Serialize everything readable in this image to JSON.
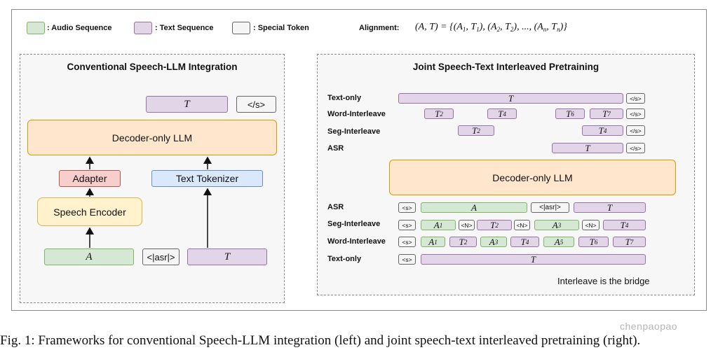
{
  "legend": {
    "audio": ": Audio Sequence",
    "text": ": Text Sequence",
    "special": ": Special Token",
    "alignment_label": "Alignment:",
    "alignment_formula": "(A, T) = {(A1, T1), (A2, T2), ..., (An, Tn)}"
  },
  "left": {
    "title": "Conventional Speech-LLM Integration",
    "t_top": "T",
    "eos": "</s>",
    "llm": "Decoder-only LLM",
    "adapter": "Adapter",
    "tokenizer": "Text Tokenizer",
    "encoder": "Speech Encoder",
    "a_in": "A",
    "asr_tok": "<|asr|>",
    "t_in": "T"
  },
  "right": {
    "title": "Joint Speech-Text Interleaved Pretraining",
    "top_labels": [
      "Text-only",
      "Word-Interleave",
      "Seg-Interleave",
      "ASR"
    ],
    "eos": "</s>",
    "bos": "<s>",
    "nsep": "<N>",
    "asr_tok": "<|asr|>",
    "llm": "Decoder-only LLM",
    "bottom_labels": [
      "ASR",
      "Seg-Interleave",
      "Word-Interleave",
      "Text-only"
    ],
    "bridge_text": "Interleave is the bridge",
    "T": "T",
    "A": "A"
  },
  "caption": "Fig. 1: Frameworks for conventional Speech-LLM integration (left) and joint speech-text interleaved pretraining (right).",
  "watermark": "chenpaopao"
}
